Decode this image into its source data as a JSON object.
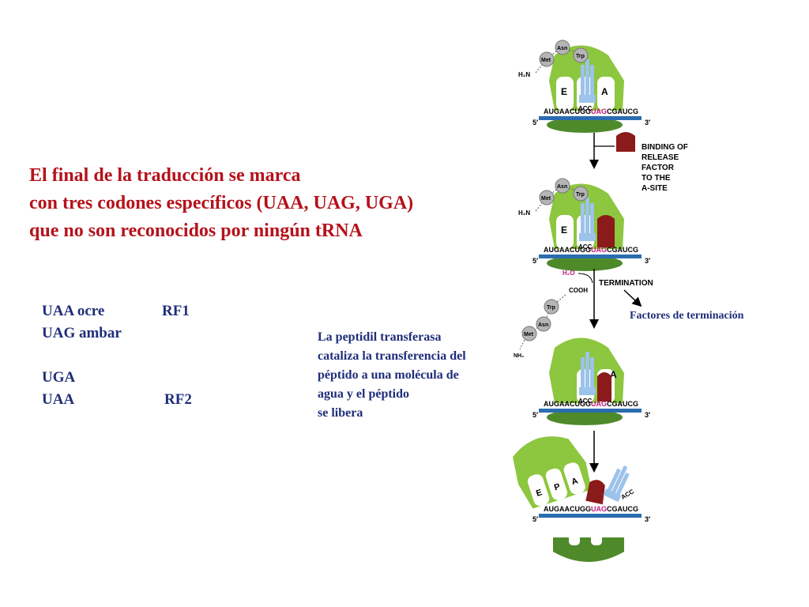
{
  "title": {
    "line1": "El final de la traducción se marca",
    "line2": "con tres codones específicos (UAA, UAG, UGA)",
    "line3": "que no son reconocidos por ningún tRNA"
  },
  "codons": [
    {
      "codon": "UAA ocre",
      "factor": "RF1"
    },
    {
      "codon": "UAG ambar",
      "factor": ""
    },
    {
      "codon": "",
      "factor": ""
    },
    {
      "codon": "UGA",
      "factor": ""
    },
    {
      "codon": "UAA",
      "factor": "RF2"
    }
  ],
  "note": {
    "line1": "La peptidil transferasa",
    "line2": "cataliza la transferencia del",
    "line3": "péptido a una molécula de",
    "line4": "agua y el péptido",
    "line5": "se libera"
  },
  "factors_label": "Factores de terminación",
  "diagram": {
    "mrna_seq_a": "AUGAACUGG",
    "mrna_stop": "UAG",
    "mrna_seq_b": "CGAUCG",
    "five_prime": "5′",
    "three_prime": "3′",
    "anticodon": "ACC",
    "amino_acids": [
      "Met",
      "Asn",
      "Trp"
    ],
    "n_terminus": "H₂N",
    "n_terminus_released": "NH₂",
    "site_e": "E",
    "site_p": "P",
    "site_a": "A",
    "step1_label": [
      "BINDING OF",
      "RELEASE",
      "FACTOR",
      "TO THE",
      "A-SITE"
    ],
    "step2_label": "TERMINATION",
    "water": "H₂O",
    "cooh": "COOH",
    "colors": {
      "ribosome": "#8dc63f",
      "ribosome_dark": "#4f8a2a",
      "trna": "#9cc3ea",
      "release_factor": "#8b1a1a",
      "mrna": "#2b6cb0",
      "stop_codon": "#c2187b",
      "title_red": "#b5121b",
      "text_blue": "#1f2d7a"
    }
  }
}
